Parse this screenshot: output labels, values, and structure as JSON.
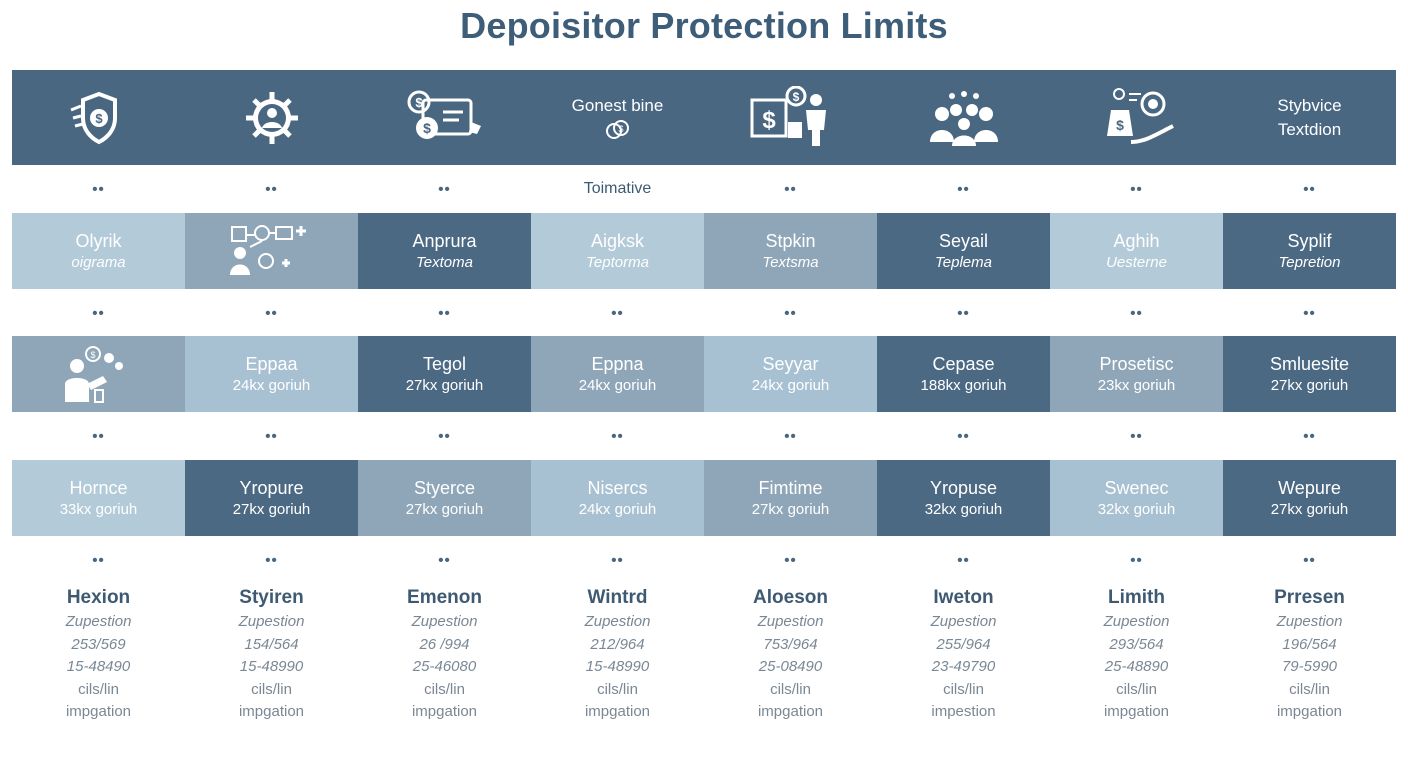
{
  "title": "Depoisitor Protection Limits",
  "colors": {
    "header_bg": "#4a6782",
    "title": "#3d5d78",
    "band_light": "#a8c1d2",
    "band_mid": "#8fa6b8",
    "band_dark": "#4b6983"
  },
  "header": {
    "cols": [
      {
        "icon": "shield-dollar-icon"
      },
      {
        "icon": "gear-person-icon"
      },
      {
        "icon": "banknote-coin-icon"
      },
      {
        "text": "Gonest bine",
        "icon": "coins-icon"
      },
      {
        "icon": "dollar-person-icon"
      },
      {
        "icon": "people-group-icon"
      },
      {
        "icon": "hand-money-icon"
      },
      {
        "text": "Stybvice\nTextdion"
      }
    ]
  },
  "separator_marks": "••",
  "separator_mid_text": "Toimative",
  "row1": [
    {
      "title": "Olyrik",
      "sub": "oigrama"
    },
    {
      "icon": "network-people-icon"
    },
    {
      "title": "Anprura",
      "sub": "Textoma"
    },
    {
      "title": "Aigksk",
      "sub": "Teptorma"
    },
    {
      "title": "Stpkin",
      "sub": "Textsma"
    },
    {
      "title": "Seyail",
      "sub": "Teplema"
    },
    {
      "title": "Aghih",
      "sub": "Uesterne"
    },
    {
      "title": "Syplif",
      "sub": "Tepretion"
    }
  ],
  "row2": [
    {
      "icon": "person-coins-icon"
    },
    {
      "title": "Eppaa",
      "sub": "24kx goriuh"
    },
    {
      "title": "Tegol",
      "sub": "27kx goriuh"
    },
    {
      "title": "Eppna",
      "sub": "24kx goriuh"
    },
    {
      "title": "Seyyar",
      "sub": "24kx goriuh"
    },
    {
      "title": "Cepase",
      "sub": "188kx goriuh"
    },
    {
      "title": "Prosetisc",
      "sub": "23kx goriuh"
    },
    {
      "title": "Smluesite",
      "sub": "27kx goriuh"
    }
  ],
  "row3": [
    {
      "title": "Hornce",
      "sub": "33kx goriuh"
    },
    {
      "title": "Yropure",
      "sub": "27kx goriuh"
    },
    {
      "title": "Styerce",
      "sub": "27kx goriuh"
    },
    {
      "title": "Nisercs",
      "sub": "24kx goriuh"
    },
    {
      "title": "Fimtime",
      "sub": "27kx goriuh"
    },
    {
      "title": "Yropuse",
      "sub": "32kx goriuh"
    },
    {
      "title": "Swenec",
      "sub": "32kx goriuh"
    },
    {
      "title": "Wepure",
      "sub": "27kx goriuh"
    }
  ],
  "bottom": [
    {
      "name": "Hexion",
      "l1": "Zupestion",
      "l2": "253/569",
      "l3": "15-48490",
      "l4": "cils/lin",
      "l5": "impgation"
    },
    {
      "name": "Styiren",
      "l1": "Zupestion",
      "l2": "154/564",
      "l3": "15-48990",
      "l4": "cils/lin",
      "l5": "impgation"
    },
    {
      "name": "Emenon",
      "l1": "Zupestion",
      "l2": "26 /994",
      "l3": "25-46080",
      "l4": "cils/lin",
      "l5": "impgation"
    },
    {
      "name": "Wintrd",
      "l1": "Zupestion",
      "l2": "212/964",
      "l3": "15-48990",
      "l4": "cils/lin",
      "l5": "impgation"
    },
    {
      "name": "Aloeson",
      "l1": "Zupestion",
      "l2": "753/964",
      "l3": "25-08490",
      "l4": "cils/lin",
      "l5": "impgation"
    },
    {
      "name": "Iweton",
      "l1": "Zupestion",
      "l2": "255/964",
      "l3": "23-49790",
      "l4": "cils/lin",
      "l5": "impestion"
    },
    {
      "name": "Limith",
      "l1": "Zupestion",
      "l2": "293/564",
      "l3": "25-48890",
      "l4": "cils/lin",
      "l5": "impgation"
    },
    {
      "name": "Prresen",
      "l1": "Zupestion",
      "l2": "196/564",
      "l3": "79-5990",
      "l4": "cils/lin",
      "l5": "impgation"
    }
  ]
}
